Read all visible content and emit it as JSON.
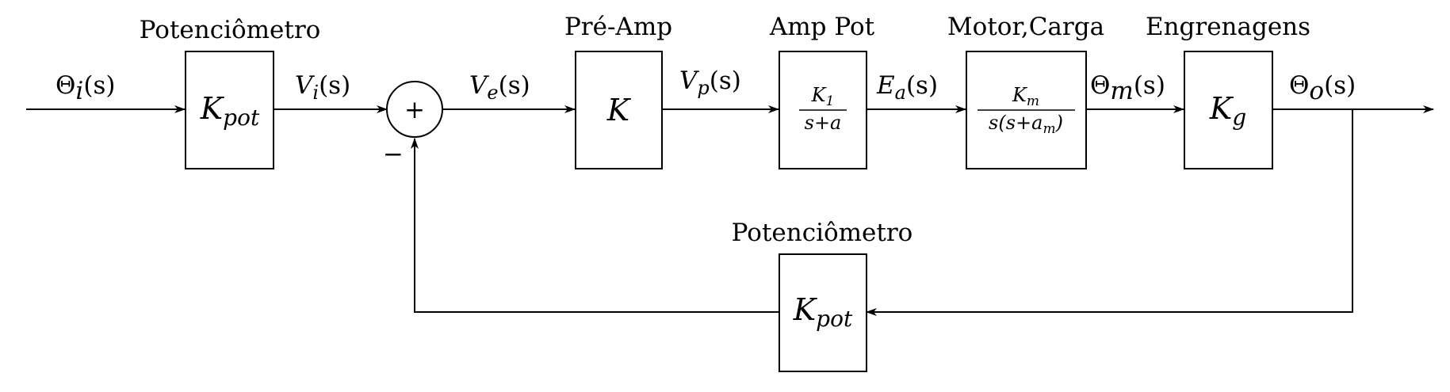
{
  "blocks": {
    "pot_in": {
      "title": "Potenciômetro",
      "gain_main": "K",
      "gain_sub": "pot"
    },
    "preamp": {
      "title": "Pré-Amp",
      "gain_main": "K"
    },
    "amppot": {
      "title": "Amp Pot",
      "num_main": "K",
      "num_sub": "1",
      "den": "s+a"
    },
    "motor": {
      "title": "Motor,Carga",
      "num_main": "K",
      "num_sub": "m",
      "den_pre": "s(s+a",
      "den_sub": "m",
      "den_post": ")"
    },
    "gears": {
      "title": "Engrenagens",
      "gain_main": "K",
      "gain_sub": "g"
    },
    "pot_fb": {
      "title": "Potenciômetro",
      "gain_main": "K",
      "gain_sub": "pot"
    }
  },
  "summing": {
    "plus": "+",
    "minus": "−"
  },
  "signals": {
    "theta_i": {
      "sym": "Θ",
      "sub": "i",
      "arg": "(s)"
    },
    "v_i": {
      "sym": "V",
      "sub": "i",
      "arg": "(s)"
    },
    "v_e": {
      "sym": "V",
      "sub": "e",
      "arg": "(s)"
    },
    "v_p": {
      "sym": "V",
      "sub": "p",
      "arg": "(s)"
    },
    "e_a": {
      "sym": "E",
      "sub": "a",
      "arg": "(s)"
    },
    "theta_m": {
      "sym": "Θ",
      "sub": "m",
      "arg": "(s)"
    },
    "theta_o": {
      "sym": "Θ",
      "sub": "o",
      "arg": "(s)"
    }
  }
}
